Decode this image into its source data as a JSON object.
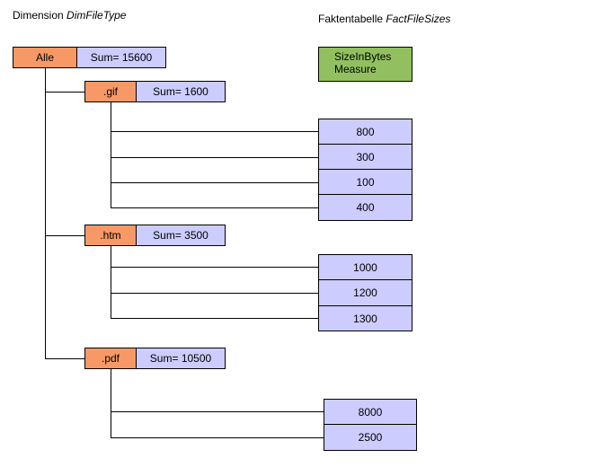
{
  "dimension_title": {
    "prefix": "Dimension ",
    "name": "DimFileType"
  },
  "fact_title": {
    "prefix": "Faktentabelle ",
    "name": "FactFileSizes"
  },
  "measure": {
    "line1": "SizeInBytes",
    "line2": "Measure"
  },
  "root": {
    "label": "Alle",
    "sum": "Sum= 15600"
  },
  "groups": [
    {
      "label": ".gif",
      "sum": "Sum= 1600",
      "values": [
        "800",
        "300",
        "100",
        "400"
      ]
    },
    {
      "label": ".htm",
      "sum": "Sum= 3500",
      "values": [
        "1000",
        "1200",
        "1300"
      ]
    },
    {
      "label": ".pdf",
      "sum": "Sum= 10500",
      "values": [
        "8000",
        "2500"
      ]
    }
  ],
  "colors": {
    "key": "#f79966",
    "sum": "#ccccff",
    "measure": "#92c060"
  }
}
